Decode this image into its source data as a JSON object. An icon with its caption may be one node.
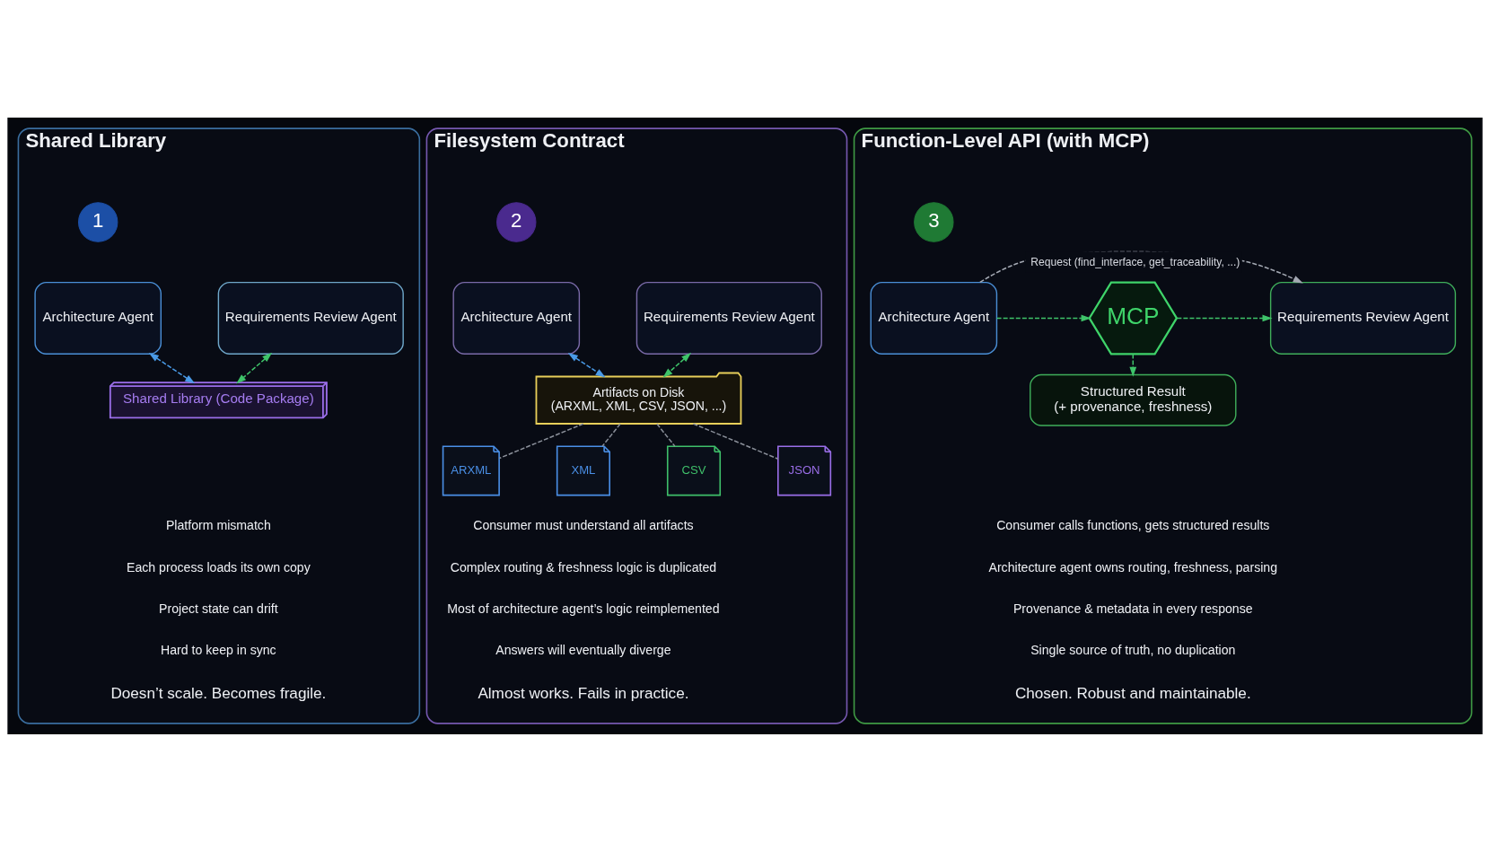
{
  "diagram": {
    "nodes": [
      {
        "text": [
          "Shared Library"
        ]
      },
      {
        "text": [
          "1"
        ],
        "in": 0
      },
      {
        "text": [
          "Architecture Agent"
        ],
        "in": 0
      },
      {
        "text": [
          "Requirements Review Agent"
        ],
        "in": 0
      },
      {
        "text": [
          "Shared Library (Code Package)"
        ],
        "in": 0
      },
      {
        "text": [
          "Filesystem Contract"
        ]
      },
      {
        "text": [
          "2"
        ],
        "in": 5
      },
      {
        "text": [
          "Architecture Agent"
        ],
        "in": 5
      },
      {
        "text": [
          "Requirements Review Agent"
        ],
        "in": 5
      },
      {
        "text": [
          "Artifacts on Disk",
          "(ARXML, XML, CSV, JSON, ...)"
        ],
        "in": 5
      },
      {
        "text": [
          "ARXML"
        ],
        "in": 5
      },
      {
        "text": [
          "XML"
        ],
        "in": 5
      },
      {
        "text": [
          "CSV"
        ],
        "in": 5
      },
      {
        "text": [
          "JSON"
        ],
        "in": 5
      },
      {
        "text": [
          "Function-Level API (with MCP)"
        ]
      },
      {
        "text": [
          "3"
        ],
        "in": 14
      },
      {
        "text": [
          "Architecture Agent"
        ],
        "in": 14
      },
      {
        "text": [
          "Requirements Review Agent"
        ],
        "in": 14
      },
      {
        "text": [
          "MCP"
        ],
        "in": 14
      },
      {
        "text": [
          "Structured Result",
          "(+ provenance, freshness)"
        ],
        "in": 14
      }
    ],
    "edges": [
      {
        "from": 2,
        "to": 4,
        "arrow": "both",
        "style": "dashed",
        "color": "#4a9be8"
      },
      {
        "from": 3,
        "to": 4,
        "arrow": "both",
        "style": "dashed",
        "color": "#3fc46a"
      },
      {
        "from": 7,
        "to": 9,
        "arrow": "both",
        "style": "dashed",
        "color": "#4a9be8"
      },
      {
        "from": 8,
        "to": 9,
        "arrow": "both",
        "style": "dashed",
        "color": "#3fc46a"
      },
      {
        "from": 9,
        "to": 10,
        "arrow": "none",
        "style": "dashed",
        "color": "#8a8f99"
      },
      {
        "from": 9,
        "to": 11,
        "arrow": "none",
        "style": "dashed",
        "color": "#8a8f99"
      },
      {
        "from": 9,
        "to": 12,
        "arrow": "none",
        "style": "dashed",
        "color": "#8a8f99"
      },
      {
        "from": 9,
        "to": 13,
        "arrow": "none",
        "style": "dashed",
        "color": "#8a8f99"
      },
      {
        "from": 16,
        "to": 17,
        "arrow": "to",
        "label": "Request (find_interface, get_traceability, ...)",
        "style": "dashed",
        "color": "#a3a8b2"
      },
      {
        "from": 16,
        "to": 18,
        "arrow": "to",
        "style": "dashed",
        "color": "#3fc46a"
      },
      {
        "from": 18,
        "to": 17,
        "arrow": "to",
        "style": "dashed",
        "color": "#3fc46a"
      },
      {
        "from": 18,
        "to": 19,
        "arrow": "to",
        "style": "dashed",
        "color": "#3fc46a"
      }
    ],
    "labels": [
      "Platform mismatch",
      "Each process loads its own copy",
      "Project state can drift",
      "Hard to keep in sync",
      "Doesn’t scale. Becomes fragile.",
      "Consumer must understand all artifacts",
      "Complex routing & freshness logic is duplicated",
      "Most of architecture agent’s logic reimplemented",
      "Answers will eventually diverge",
      "Almost works. Fails in practice.",
      "Consumer calls functions, gets structured results",
      "Architecture agent owns routing, freshness, parsing",
      "Provenance & metadata in every response",
      "Single source of truth, no duplication",
      "Chosen. Robust and maintainable."
    ]
  }
}
